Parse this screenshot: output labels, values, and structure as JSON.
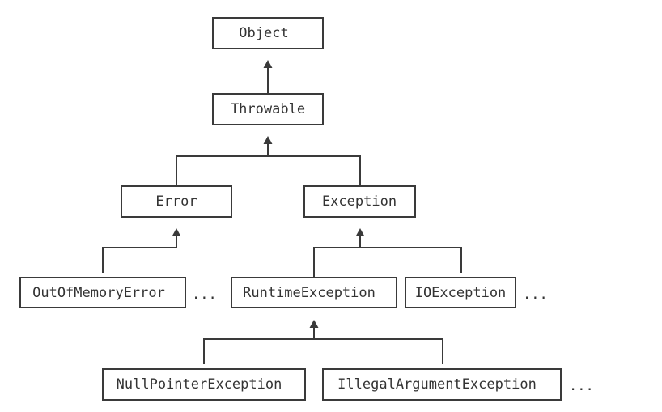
{
  "diagram": {
    "nodes": {
      "object": "Object",
      "throwable": "Throwable",
      "error": "Error",
      "exception": "Exception",
      "out_of_memory_error": "OutOfMemoryError",
      "runtime_exception": "RuntimeException",
      "io_exception": "IOException",
      "null_pointer_exception": "NullPointerException",
      "illegal_argument_exception": "IllegalArgumentException"
    },
    "more": {
      "error_subclasses": "...",
      "exception_subclasses": "...",
      "runtime_subclasses": "..."
    },
    "colors": {
      "line": "#3a3a3a",
      "text": "#333333",
      "background": "#ffffff"
    }
  }
}
